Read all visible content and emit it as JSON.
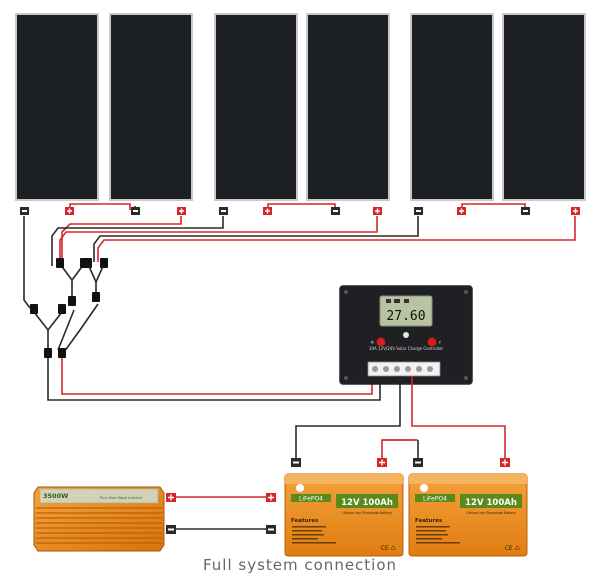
{
  "diagram": {
    "panel_count": 6,
    "positive_symbol": "+",
    "negative_symbol": "−",
    "controller": {
      "display_value": "27.60",
      "label": "30A 12V/24V Solar Charge Controller"
    },
    "batteries": [
      {
        "chemistry": "LiFePO4",
        "rating": "12V 100Ah",
        "subtitle": "Lithium Iron Phosphate Battery",
        "features_title": "Features"
      },
      {
        "chemistry": "LiFePO4",
        "rating": "12V 100Ah",
        "subtitle": "Lithium Iron Phosphate Battery",
        "features_title": "Features"
      }
    ],
    "inverter": {
      "rating": "3500W",
      "label": "Pure Sine Wave Inverter"
    }
  },
  "caption": "Full system connection",
  "colors": {
    "positive": "#d6262a",
    "negative": "#2a2a2a",
    "battery_accent": "#ef8a1e",
    "battery_label_green": "#5a8a1c",
    "inverter_body": "#ee8c1c",
    "controller_body": "#1e2024",
    "lcd": "#b9c2a2"
  }
}
